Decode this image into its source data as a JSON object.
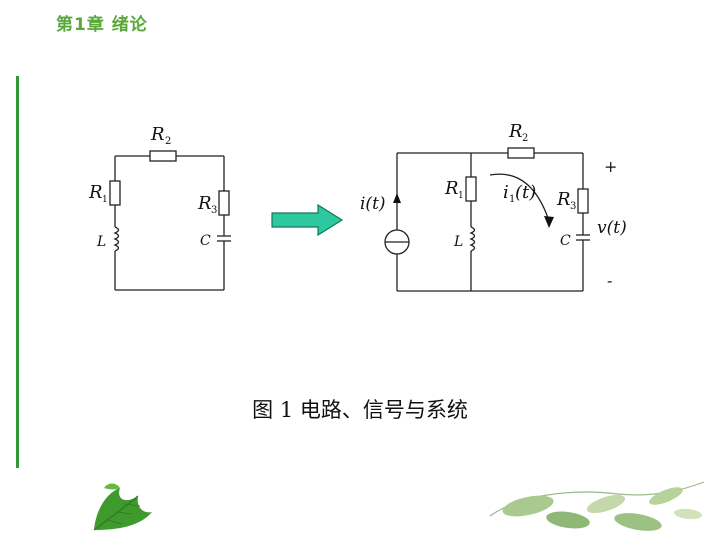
{
  "header": {
    "chapter": "第1章  绪论"
  },
  "left_circuit": {
    "r1": "R",
    "r1_sub": "1",
    "r2": "R",
    "r2_sub": "2",
    "r3": "R",
    "r3_sub": "3",
    "inductor": "L",
    "capacitor": "C"
  },
  "right_circuit": {
    "source_current": "i(t)",
    "loop_current": "i",
    "loop_current_sub": "1",
    "loop_current_arg": "(t)",
    "r1": "R",
    "r1_sub": "1",
    "r2": "R",
    "r2_sub": "2",
    "r3": "R",
    "r3_sub": "3",
    "inductor": "L",
    "capacitor": "C",
    "voltage": "v(t)",
    "plus": "+",
    "minus": "-"
  },
  "caption": "图 1 电路、信号与系统",
  "colors": {
    "chapter_text": "#5aa83a",
    "side_bar": "#2f9a3a",
    "arrow_fill": "#2ec8a0",
    "arrow_stroke": "#117a5a",
    "wire": "#222222"
  }
}
